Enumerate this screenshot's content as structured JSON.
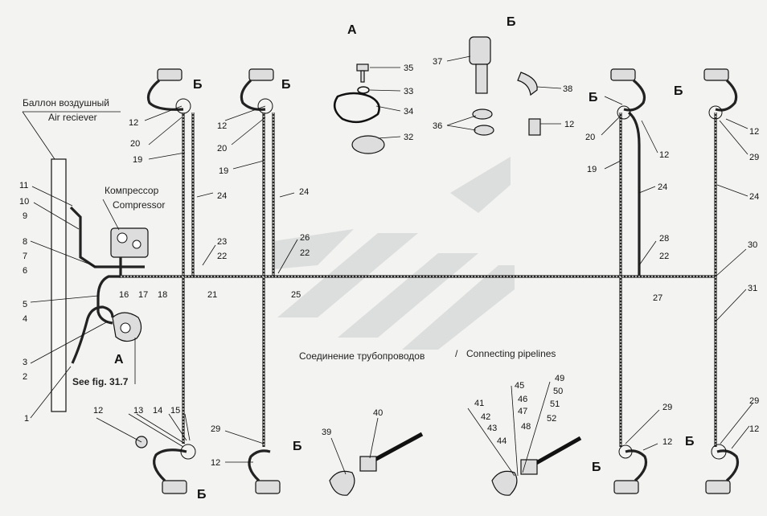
{
  "view_titles": {
    "a": "А",
    "b": "Б"
  },
  "receiver": {
    "ru": "Баллон воздушный",
    "en": "Air reciever"
  },
  "compressor": {
    "ru": "Компрессор",
    "en": "Compressor"
  },
  "caption": {
    "ru": "Соединение трубопроводов",
    "sep": "/",
    "en": "Connecting pipelines"
  },
  "see_fig": "See fig. 31.7",
  "marker_a": "А",
  "marker_b": "Б",
  "callouts": {
    "n1": "1",
    "n2": "2",
    "n3": "3",
    "n4": "4",
    "n5": "5",
    "n6": "6",
    "n7": "7",
    "n8": "8",
    "n9": "9",
    "n10": "10",
    "n11": "11",
    "n12": "12",
    "n13": "13",
    "n14": "14",
    "n15": "15",
    "n16": "16",
    "n17": "17",
    "n18": "18",
    "n19": "19",
    "n20": "20",
    "n21": "21",
    "n22": "22",
    "n23": "23",
    "n24": "24",
    "n25": "25",
    "n26": "26",
    "n27": "27",
    "n28": "28",
    "n29": "29",
    "n30": "30",
    "n31": "31",
    "n32": "32",
    "n33": "33",
    "n34": "34",
    "n35": "35",
    "n36": "36",
    "n37": "37",
    "n38": "38",
    "n39": "39",
    "n40": "40",
    "n41": "41",
    "n42": "42",
    "n43": "43",
    "n44": "44",
    "n45": "45",
    "n46": "46",
    "n47": "47",
    "n48": "48",
    "n49": "49",
    "n50": "50",
    "n51": "51",
    "n52": "52"
  }
}
